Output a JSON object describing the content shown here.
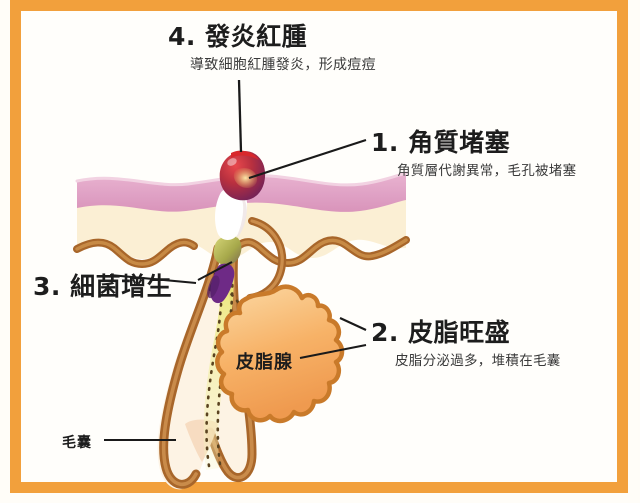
{
  "figure": {
    "title_text_present": false,
    "frame_color": "#f2a03c",
    "background_color": "#fffdf8"
  },
  "callouts": [
    {
      "id": "callout-4",
      "number": "4.",
      "title": "4. 發炎紅腫",
      "subtitle": "導致細胞紅腫發炎，形成痘痘",
      "points_to": "inflamed-pimple"
    },
    {
      "id": "callout-1",
      "number": "1.",
      "title": "1. 角質堵塞",
      "subtitle": "角質層代謝異常，毛孔被堵塞",
      "points_to": "keratin-plug"
    },
    {
      "id": "callout-2",
      "number": "2.",
      "title": "2. 皮脂旺盛",
      "subtitle": "皮脂分泌過多，堆積在毛囊",
      "points_to": "sebaceous-gland"
    },
    {
      "id": "callout-3",
      "number": "3.",
      "title": "3. 細菌增生",
      "subtitle": "",
      "points_to": "bacteria-cluster"
    }
  ],
  "anatomy_labels": {
    "sebaceous_gland": "皮脂腺",
    "hair_follicle": "毛囊"
  },
  "colors": {
    "frame_orange": "#f2a03c",
    "epidermis_pink": "#e0a0c4",
    "dermis_cream": "#fbefd4",
    "follicle_brown": "#a8662a",
    "gland_orange": "#f5ab5e",
    "gland_outline": "#c97a2a",
    "sebum_yellow": "#f2f0b4",
    "pimple_red": "#d8282c",
    "pimple_purple": "#7b2a66",
    "pimple_highlight": "#f0d08a",
    "plug_white": "#ffffff",
    "bacteria_purple": "#6e2a86",
    "bacteria_olive": "#b8b84a",
    "leader_line": "#1a1a1a",
    "text_dark": "#1d1d1d"
  }
}
